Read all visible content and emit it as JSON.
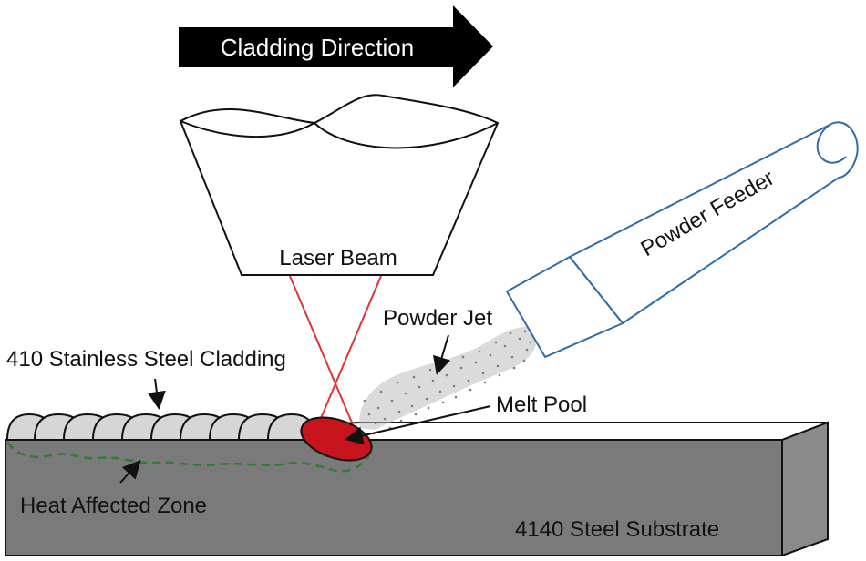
{
  "labels": {
    "direction": "Cladding Direction",
    "laser": "Laser Beam",
    "feeder": "Powder Feeder",
    "jet": "Powder Jet",
    "cladding": "410 Stainless Steel Cladding",
    "melt_pool": "Melt Pool",
    "haz": "Heat Affected Zone",
    "substrate": "4140 Steel Substrate"
  },
  "colors": {
    "substrate": "#7a7a7a",
    "substrate_top": "#ffffff",
    "substrate_side": "#8a8a8a",
    "melt_pool": "#c8141c",
    "laser_rays": "#e0323a",
    "feeder_outline": "#2f6ea6",
    "haz_line": "#2e7d32",
    "bead_fill": "#d6d6d6",
    "powder": "#9a9a9a"
  }
}
